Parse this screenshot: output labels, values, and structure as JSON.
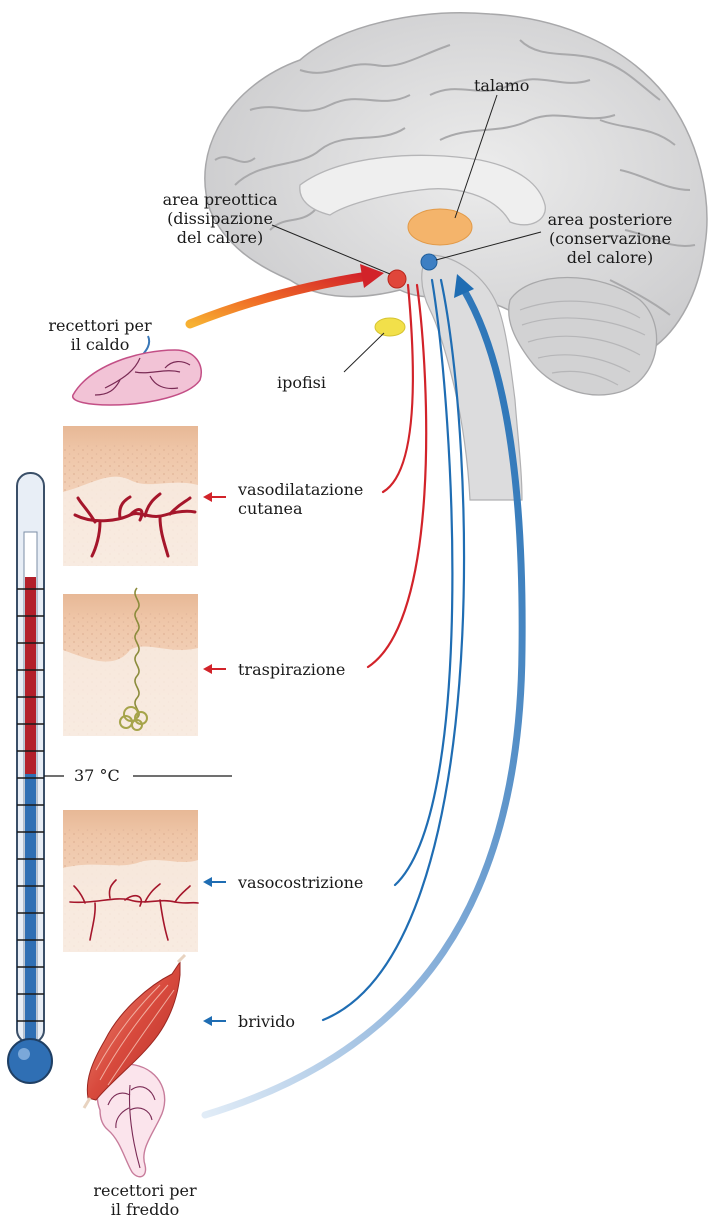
{
  "labels": {
    "talamo": "talamo",
    "area_preottica": [
      "area preottica",
      "(dissipazione",
      "del calore)"
    ],
    "area_posteriore": [
      "area posteriore",
      "(conservazione",
      "del calore)"
    ],
    "ipofisi": "ipofisi",
    "recettori_caldo": [
      "recettori per",
      "il caldo"
    ],
    "recettori_freddo": [
      "recettori per",
      "il freddo"
    ],
    "vasodilatazione": [
      "vasodilatazione",
      "cutanea"
    ],
    "traspirazione": "traspirazione",
    "temperatura": "37 °C",
    "vasocostrizione": "vasocostrizione",
    "brivido": "brivido"
  },
  "colors": {
    "heat": "#d2232a",
    "cold": "#1f6db3",
    "cold_light": "#a9c6e4",
    "brain": "#d9d9da",
    "thalamus": "#f4b46b",
    "pituitary": "#f2e04a",
    "skin": "#f3d3bd",
    "vessel": "#a5162b"
  }
}
